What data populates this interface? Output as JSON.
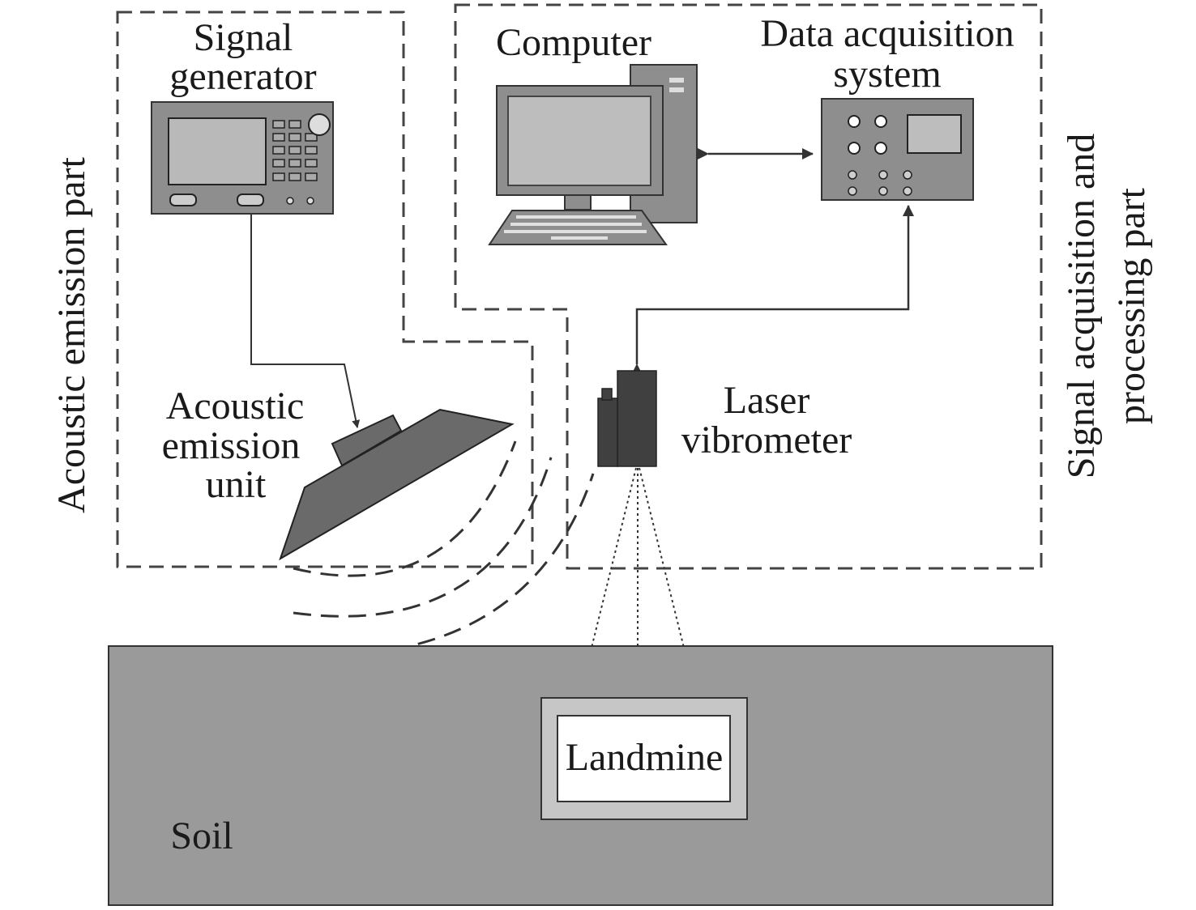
{
  "labels": {
    "signal_generator_l1": "Signal",
    "signal_generator_l2": "generator",
    "computer": "Computer",
    "daq_l1": "Data acquisition",
    "daq_l2": "system",
    "acoustic_unit_l1": "Acoustic",
    "acoustic_unit_l2": "emission",
    "acoustic_unit_l3": "unit",
    "laser_l1": "Laser",
    "laser_l2": "vibrometer",
    "landmine": "Landmine",
    "soil": "Soil",
    "part_acoustic": "Acoustic emission part",
    "part_signal_l1": "Signal acquisition and",
    "part_signal_l2": "processing part"
  },
  "colors": {
    "device_fill": "#8c8c8c",
    "device_dark": "#5f5f5f",
    "soil": "#9a9a9a",
    "line": "#333333"
  }
}
